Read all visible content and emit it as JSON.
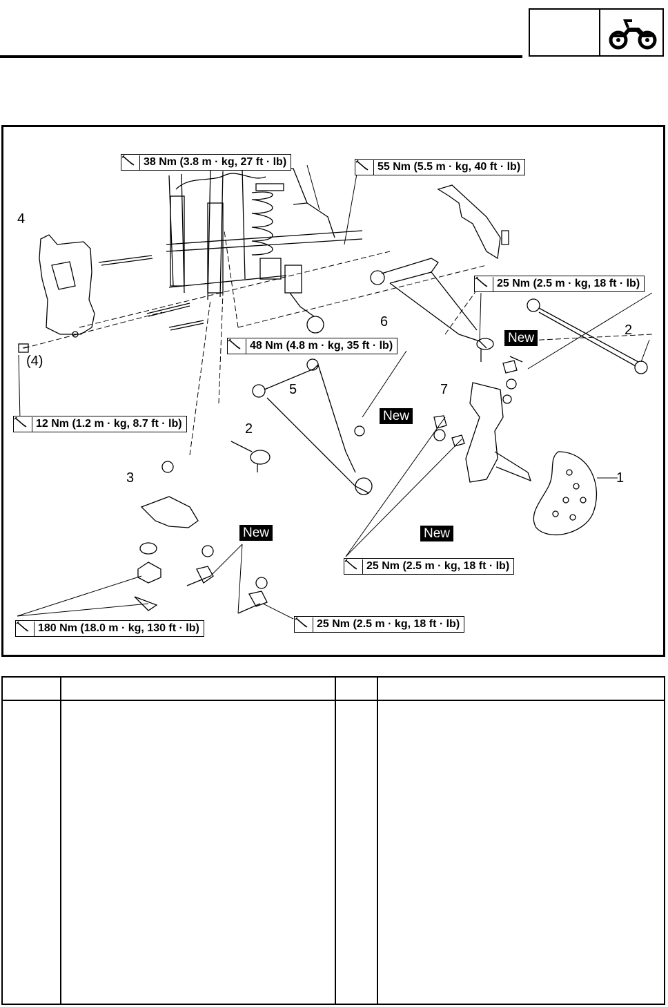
{
  "torque_labels": {
    "t38": "38 Nm (3.8 m · kg, 27 ft · lb)",
    "t55": "55 Nm (5.5 m · kg, 40 ft · lb)",
    "t25_right": "25 Nm (2.5 m · kg, 18 ft · lb)",
    "t48": "48 Nm (4.8 m · kg, 35 ft · lb)",
    "t12": "12 Nm (1.2 m · kg, 8.7 ft · lb)",
    "t25_center": "25 Nm (2.5 m · kg, 18 ft · lb)",
    "t180": "180 Nm (18.0 m · kg, 130 ft · lb)",
    "t25_bottom": "25 Nm (2.5 m · kg, 18 ft · lb)"
  },
  "new_badges": {
    "n1": "New",
    "n2": "New",
    "n3": "New",
    "n4": "New"
  },
  "callouts": {
    "c1": "1",
    "c2a": "2",
    "c2b": "2",
    "c3": "3",
    "c4": "4",
    "c4p": "(4)",
    "c5": "5",
    "c6": "6",
    "c7": "7"
  },
  "icons": [
    "atv-icon",
    "torque-wrench-icon"
  ]
}
